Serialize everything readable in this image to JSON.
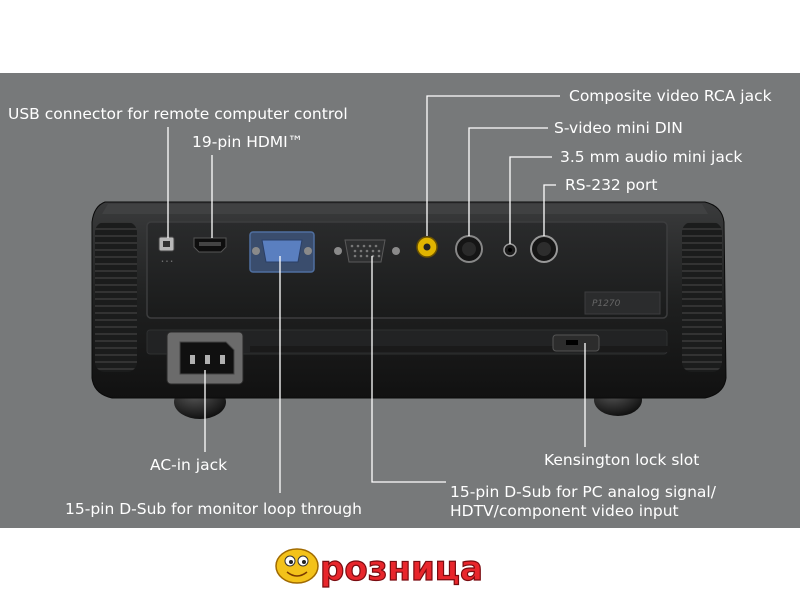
{
  "labels": {
    "usb": "USB connector for remote computer control",
    "hdmi": "19-pin HDMI™",
    "composite": "Composite video RCA jack",
    "svideo": "S-video mini DIN",
    "audio": "3.5 mm audio mini jack",
    "rs232": "RS-232 port",
    "ac_in": "AC-in jack",
    "kensington": "Kensington lock slot",
    "dsub_loop": "15-pin D-Sub for monitor loop through",
    "dsub_pc_line1": "15-pin D-Sub for PC analog signal/",
    "dsub_pc_line2": "HDTV/component video input"
  },
  "device": {
    "model": "P1270"
  },
  "logo": {
    "text": "розница",
    "brand_color": "#e8262c"
  }
}
